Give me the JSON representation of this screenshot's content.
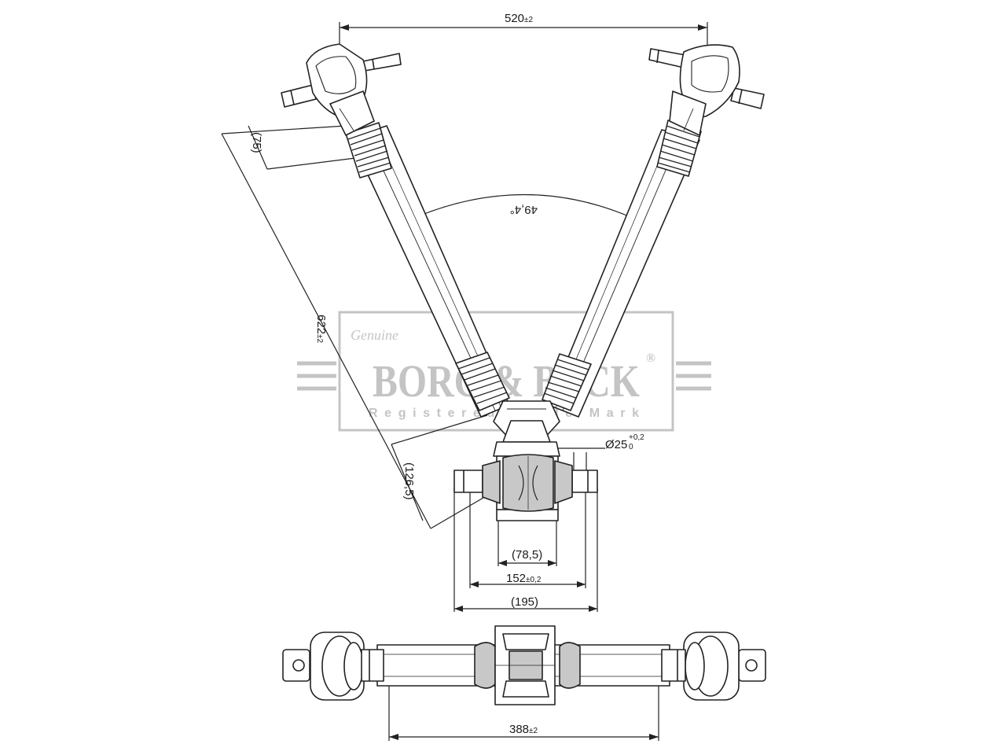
{
  "drawing": {
    "dimensions": {
      "top_width": {
        "value": "520",
        "tol": "±2"
      },
      "thread_length": {
        "value": "(75)"
      },
      "arm_angle": {
        "value": "49,4°"
      },
      "arm_length": {
        "value": "622",
        "tol": "±2"
      },
      "joint_offset": {
        "value": "(126,5)"
      },
      "pin_diameter": {
        "value": "Ø25",
        "tol_upper": "+0,2",
        "tol_lower": "0"
      },
      "bush_width": {
        "value": "(78,5)"
      },
      "pin_center_distance": {
        "value": "152",
        "tol": "±0,2"
      },
      "overall_pin_width": {
        "value": "(195)"
      },
      "bottom_width": {
        "value": "388",
        "tol": "±2"
      }
    },
    "watermark": {
      "script": "Genuine",
      "brand": "BORG & BECK",
      "registered": "®",
      "tagline": "Registered Trade Mark"
    },
    "colors": {
      "line": "#222222",
      "shade": "#c8c8c8",
      "watermark": "#c4c4c4"
    }
  }
}
